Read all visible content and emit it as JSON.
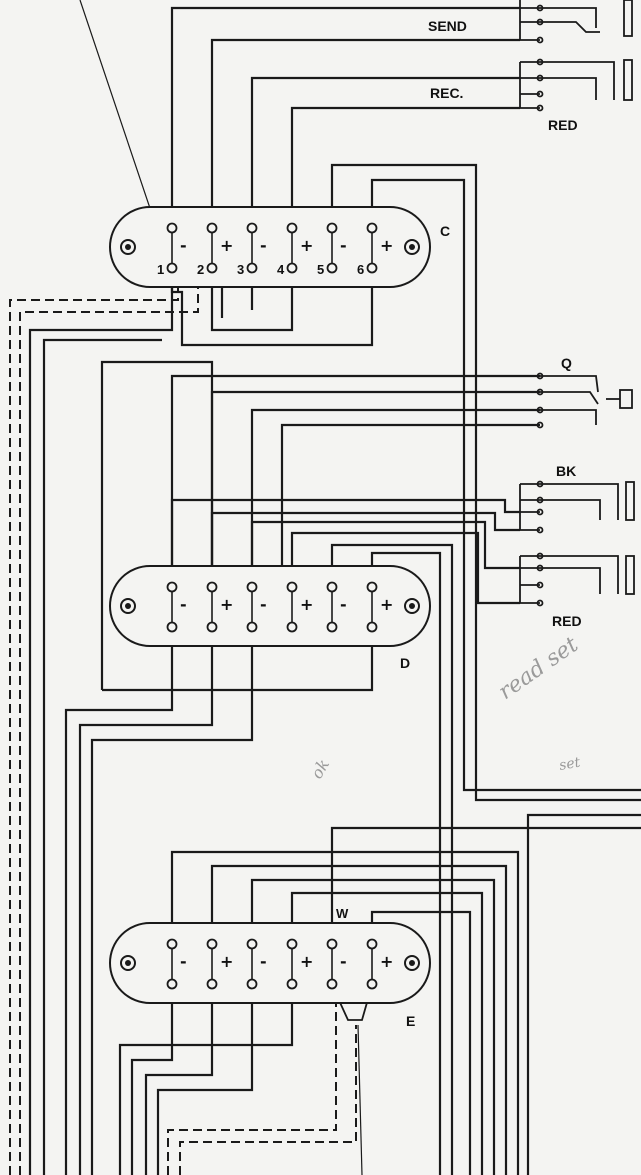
{
  "diagram": {
    "jack_labels": {
      "send": "SEND",
      "rec": "REC.",
      "red_top": "RED",
      "q": "Q",
      "bk": "BK",
      "red_mid": "RED"
    },
    "connectors": {
      "c": {
        "label": "C",
        "signs": [
          "-",
          "+",
          "-",
          "+",
          "-",
          "+"
        ],
        "pins": [
          "1",
          "2",
          "3",
          "4",
          "5",
          "6"
        ]
      },
      "d": {
        "label": "D",
        "signs": [
          "-",
          "+",
          "-",
          "+",
          "-",
          "+"
        ]
      },
      "e": {
        "label": "E",
        "signs": [
          "-",
          "+",
          "-",
          "+",
          "-",
          "+"
        ],
        "tag": "W"
      }
    },
    "handwriting": [
      "read  set",
      "ok",
      "set"
    ],
    "colors": {
      "ink": "#1a1a1a",
      "paper": "#f4f4f2",
      "pencil": "#9a9a9a"
    }
  }
}
